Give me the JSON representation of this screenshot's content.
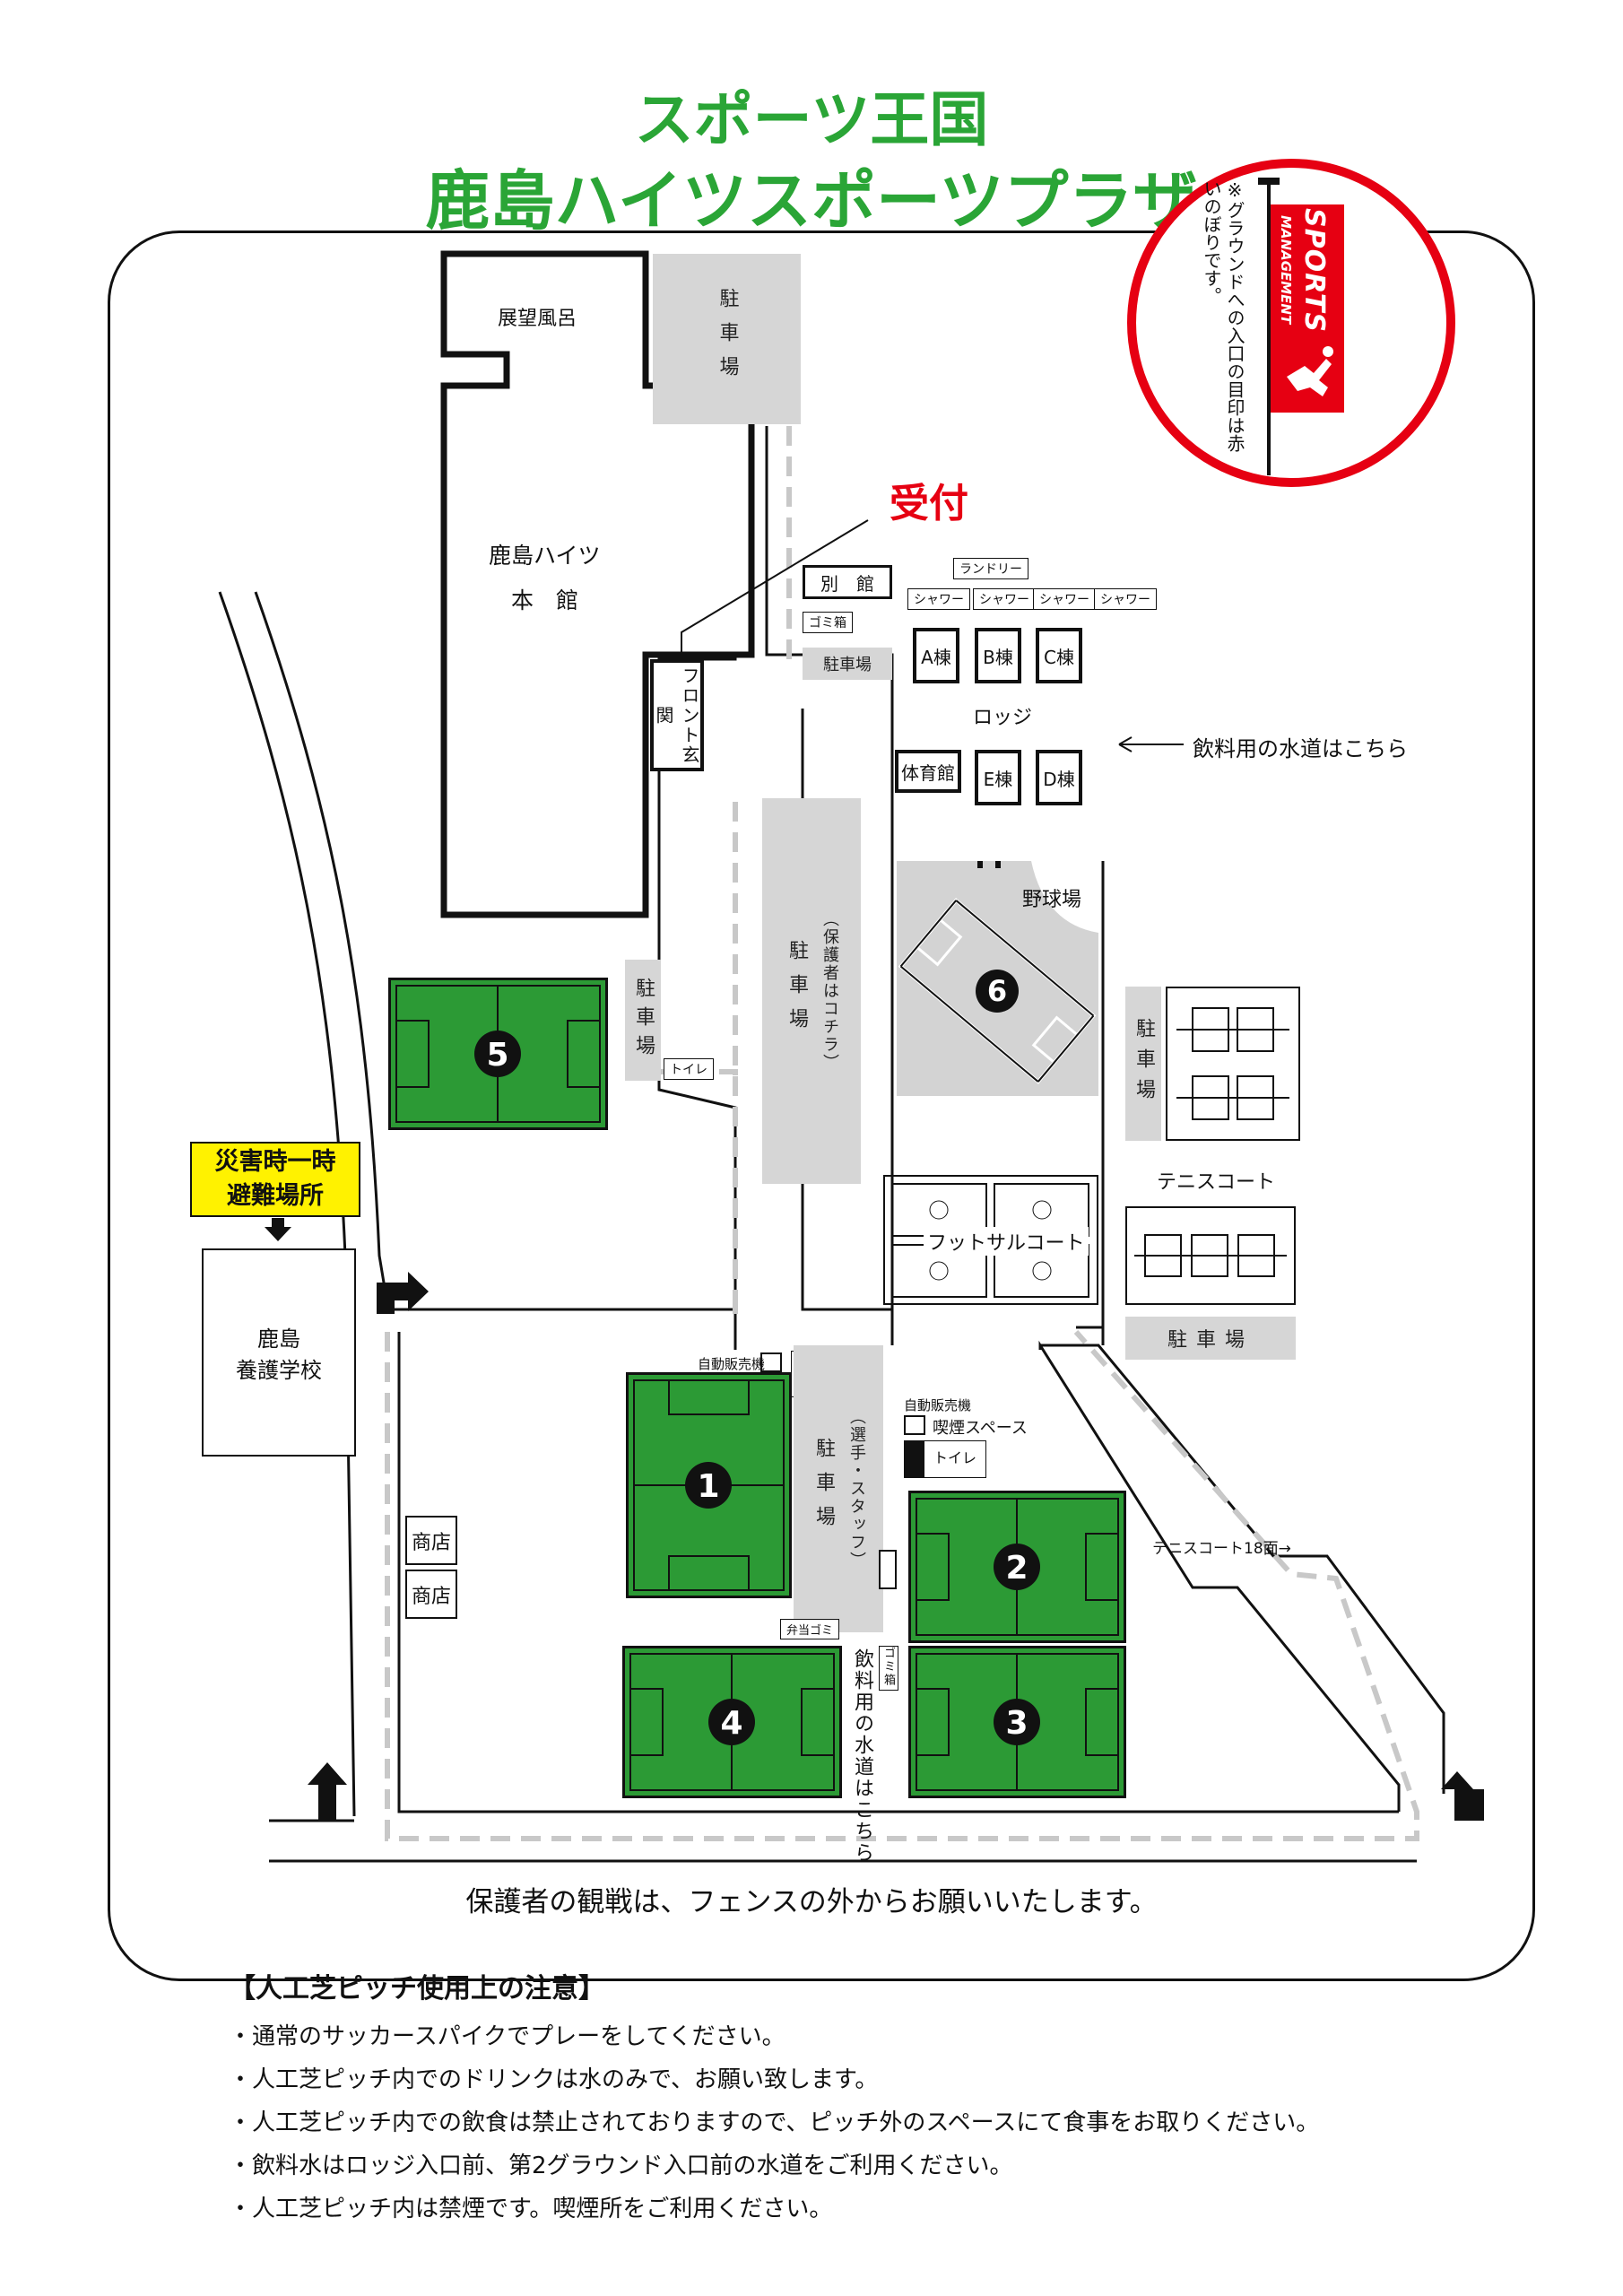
{
  "title": {
    "line1": "スポーツ王国",
    "line2": "鹿島ハイツスポーツプラザ"
  },
  "banner": {
    "note": "※グラウンドへの入口の目印は赤いのぼりです。",
    "flag_text": "SPORTS",
    "flag_sub": "MANAGEMENT",
    "colors": {
      "ring": "#e60012",
      "flag": "#e60012"
    }
  },
  "reception": "受付",
  "buildings": {
    "observation_bath": "展望風呂",
    "main_building_line1": "鹿島ハイツ",
    "main_building_line2": "本　館",
    "front_entrance": "フロント玄関",
    "annex": "別　館",
    "trash": "ゴミ箱",
    "laundry": "ランドリー",
    "shower": "シャワー",
    "lodge_a": "A棟",
    "lodge_b": "B棟",
    "lodge_c": "C棟",
    "lodge_d": "D棟",
    "lodge_e": "E棟",
    "lodge": "ロッジ",
    "gym": "体育館",
    "school": "鹿島\n養護学校",
    "shop": "商店"
  },
  "parking": {
    "label": "駐車場",
    "guardians": "（保護者はコチラ）",
    "players_staff": "（選手・スタッフ）"
  },
  "labels": {
    "drinking_water_lodge": "飲料用の水道はこちら",
    "drinking_water_ground": "飲料用の水道はこちら",
    "baseball": "野球場",
    "tennis": "テニスコート",
    "futsal": "フットサルコート",
    "toilet": "トイレ",
    "vending": "自動販売機",
    "smoking": "喫煙スペース",
    "tennis18": "テニスコート18面→",
    "bento_trash": "弁当ゴミ",
    "hazard_line1": "災害時一時",
    "hazard_line2": "避難場所"
  },
  "pitches": [
    "1",
    "2",
    "3",
    "4",
    "5",
    "6"
  ],
  "colors": {
    "pitch": "#2c9a35",
    "title": "#2aa536",
    "parking": "#d6d6d6",
    "hazard": "#fff200"
  },
  "bottom_notice": "保護者の観戦は、フェンスの外からお願いいたします。",
  "notes": {
    "heading": "【人工芝ピッチ使用上の注意】",
    "items": [
      "・通常のサッカースパイクでプレーをしてください。",
      "・人工芝ピッチ内でのドリンクは水のみで、お願い致します。",
      "・人工芝ピッチ内での飲食は禁止されておりますので、ピッチ外のスペースにて食事をお取りください。",
      "・飲料水はロッジ入口前、第2グラウンド入口前の水道をご利用ください。",
      "・人工芝ピッチ内は禁煙です。喫煙所をご利用ください。"
    ]
  }
}
